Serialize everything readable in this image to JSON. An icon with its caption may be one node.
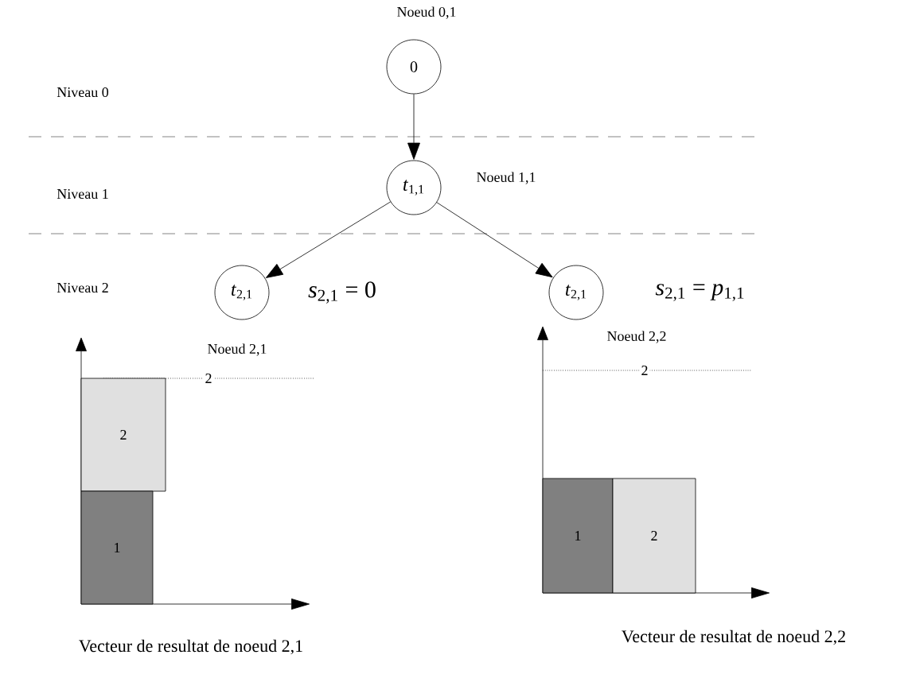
{
  "diagram": {
    "nodes": [
      {
        "text": [
          "0"
        ],
        "beside": [
          "Noeud 0,1"
        ]
      },
      {
        "text": [
          "*t*$_{1,1}$"
        ],
        "beside": [
          "Noeud 1,1"
        ]
      },
      {
        "text": [
          "*t*$_{2,1}$"
        ],
        "beside": [
          "*s*$_{2,1}$ = 0"
        ]
      },
      {
        "text": [
          "*t*$_{2,1}$"
        ],
        "beside": [
          "*s*$_{2,1}$ = *p*$_{1,1}$"
        ]
      },
      {
        "text": [
          "2"
        ]
      },
      {
        "text": [
          "1"
        ]
      },
      {
        "text": [
          "1"
        ]
      },
      {
        "text": [
          "2"
        ]
      }
    ],
    "edges": [
      {
        "from": 0,
        "to": 1,
        "arrow": "to"
      },
      {
        "from": 1,
        "to": 2,
        "arrow": "to"
      },
      {
        "from": 1,
        "to": 3,
        "arrow": "to"
      }
    ],
    "labels": [
      "Niveau 0",
      "Niveau 1",
      "Niveau 2",
      "Noeud 2,1",
      "2",
      "Noeud 2,2",
      "2",
      "Vecteur de resultat de noeud 2,1",
      "Vecteur de resultat de noeud 2,2"
    ]
  }
}
